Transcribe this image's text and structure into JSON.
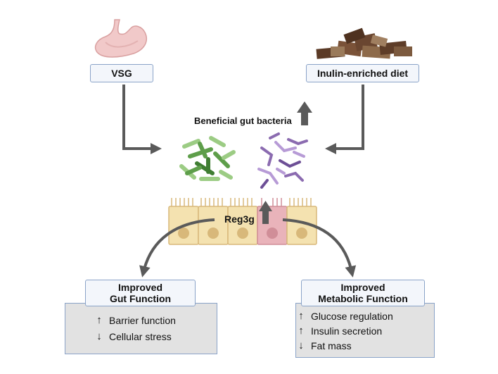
{
  "inputs": {
    "left_label": "VSG",
    "right_label": "Inulin-enriched diet"
  },
  "bacteria_label": "Beneficial gut bacteria",
  "epithelium_label": "Reg3g",
  "outcomes": {
    "gut": {
      "title_line1": "Improved",
      "title_line2": "Gut Function",
      "items": [
        {
          "dir": "up",
          "label": "Barrier function"
        },
        {
          "dir": "down",
          "label": "Cellular stress"
        }
      ]
    },
    "metabolic": {
      "title_line1": "Improved",
      "title_line2": "Metabolic Function",
      "items": [
        {
          "dir": "up",
          "label": "Glucose regulation"
        },
        {
          "dir": "up",
          "label": "Insulin secretion"
        },
        {
          "dir": "down",
          "label": "Fat mass"
        }
      ]
    }
  },
  "icons": {
    "left_input": "stomach-icon",
    "right_input": "inulin-pieces-icon",
    "bacteria_1": "rod-bacteria-icon",
    "bacteria_2": "branched-bacteria-icon",
    "up_arrow": "up-arrow-icon",
    "down_arrow": "down-arrow-icon"
  },
  "colors": {
    "arrow": "#5a5a5a",
    "box_border": "#8aa3c8",
    "box_fill": "#f3f6fb",
    "panel_fill": "#e2e2e2",
    "green_bacteria": "#5e9e4a",
    "purple_bacteria": "#8b6bb0",
    "cell_fill": "#f4e2b0",
    "nucleus": "#d8b87a",
    "highlight_cell": "#e9b3ba"
  }
}
